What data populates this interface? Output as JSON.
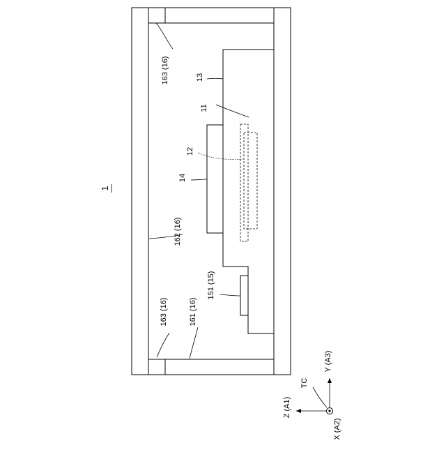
{
  "figure": {
    "ref_main": "1",
    "labels": {
      "l163_top": "163 (16)",
      "l13": "13",
      "l11": "11",
      "l12": "12",
      "l14": "14",
      "l162": "162 (16)",
      "l151": "151 (15)",
      "l163_bottom": "163 (16)",
      "l161": "161 (16)"
    },
    "axes": {
      "tc": "TC",
      "z": "Z (A1)",
      "y": "Y (A3)",
      "x": "X (A2)"
    }
  }
}
